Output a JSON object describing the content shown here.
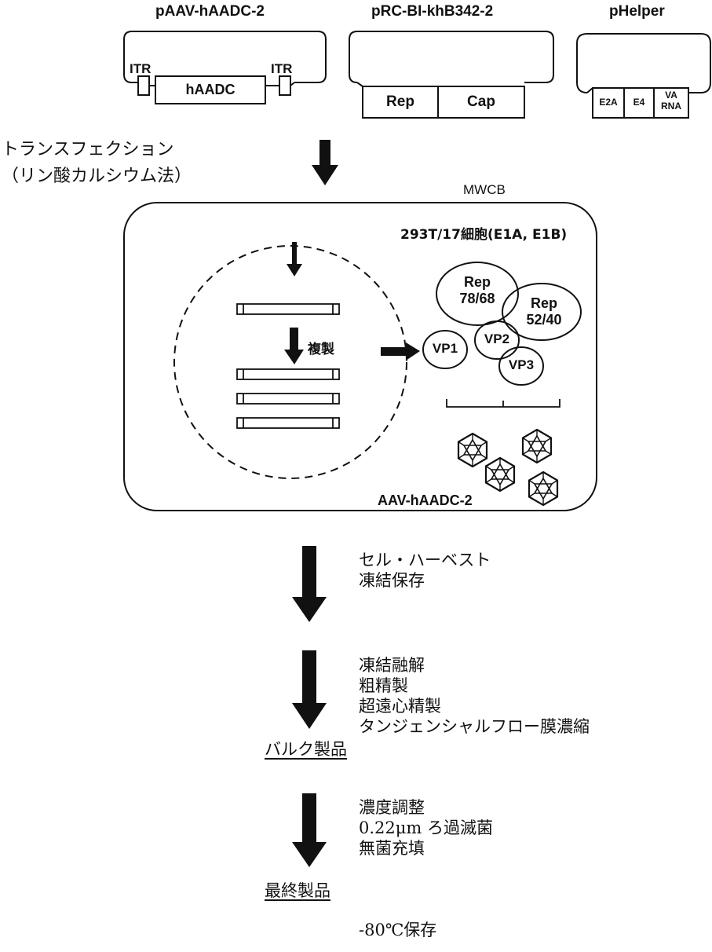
{
  "plasmids": {
    "p1": {
      "title": "pAAV-hAADC-2",
      "itr_left": "ITR",
      "itr_right": "ITR",
      "insert": "hAADC"
    },
    "p2": {
      "title": "pRC-BI-khB342-2",
      "rep": "Rep",
      "cap": "Cap"
    },
    "p3": {
      "title": "pHelper",
      "e2a": "E2A",
      "e4": "E4",
      "va_line1": "VA",
      "va_line2": "RNA"
    }
  },
  "transfection": {
    "line1": "トランスフェクション",
    "line2": "（リン酸カルシウム法）"
  },
  "cell": {
    "bank": "MWCB",
    "cell_line": "293T/17細胞(E1A, E1B)",
    "replication": "複製",
    "rep1_line1": "Rep",
    "rep1_line2": "78/68",
    "rep2_line1": "Rep",
    "rep2_line2": "52/40",
    "vp1": "VP1",
    "vp2": "VP2",
    "vp3": "VP3",
    "product": "AAV-hAADC-2"
  },
  "steps": {
    "harvest": [
      "セル・ハーベスト",
      "凍結保存"
    ],
    "purification": [
      "凍結融解",
      "粗精製",
      "超遠心精製",
      "タンジェンシャルフロー膜濃縮"
    ],
    "bulk": "バルク製品",
    "finishing": [
      "濃度調整",
      "0.22μm ろ過滅菌",
      "無菌充填"
    ],
    "final": "最終製品",
    "storage": "-80℃保存"
  }
}
